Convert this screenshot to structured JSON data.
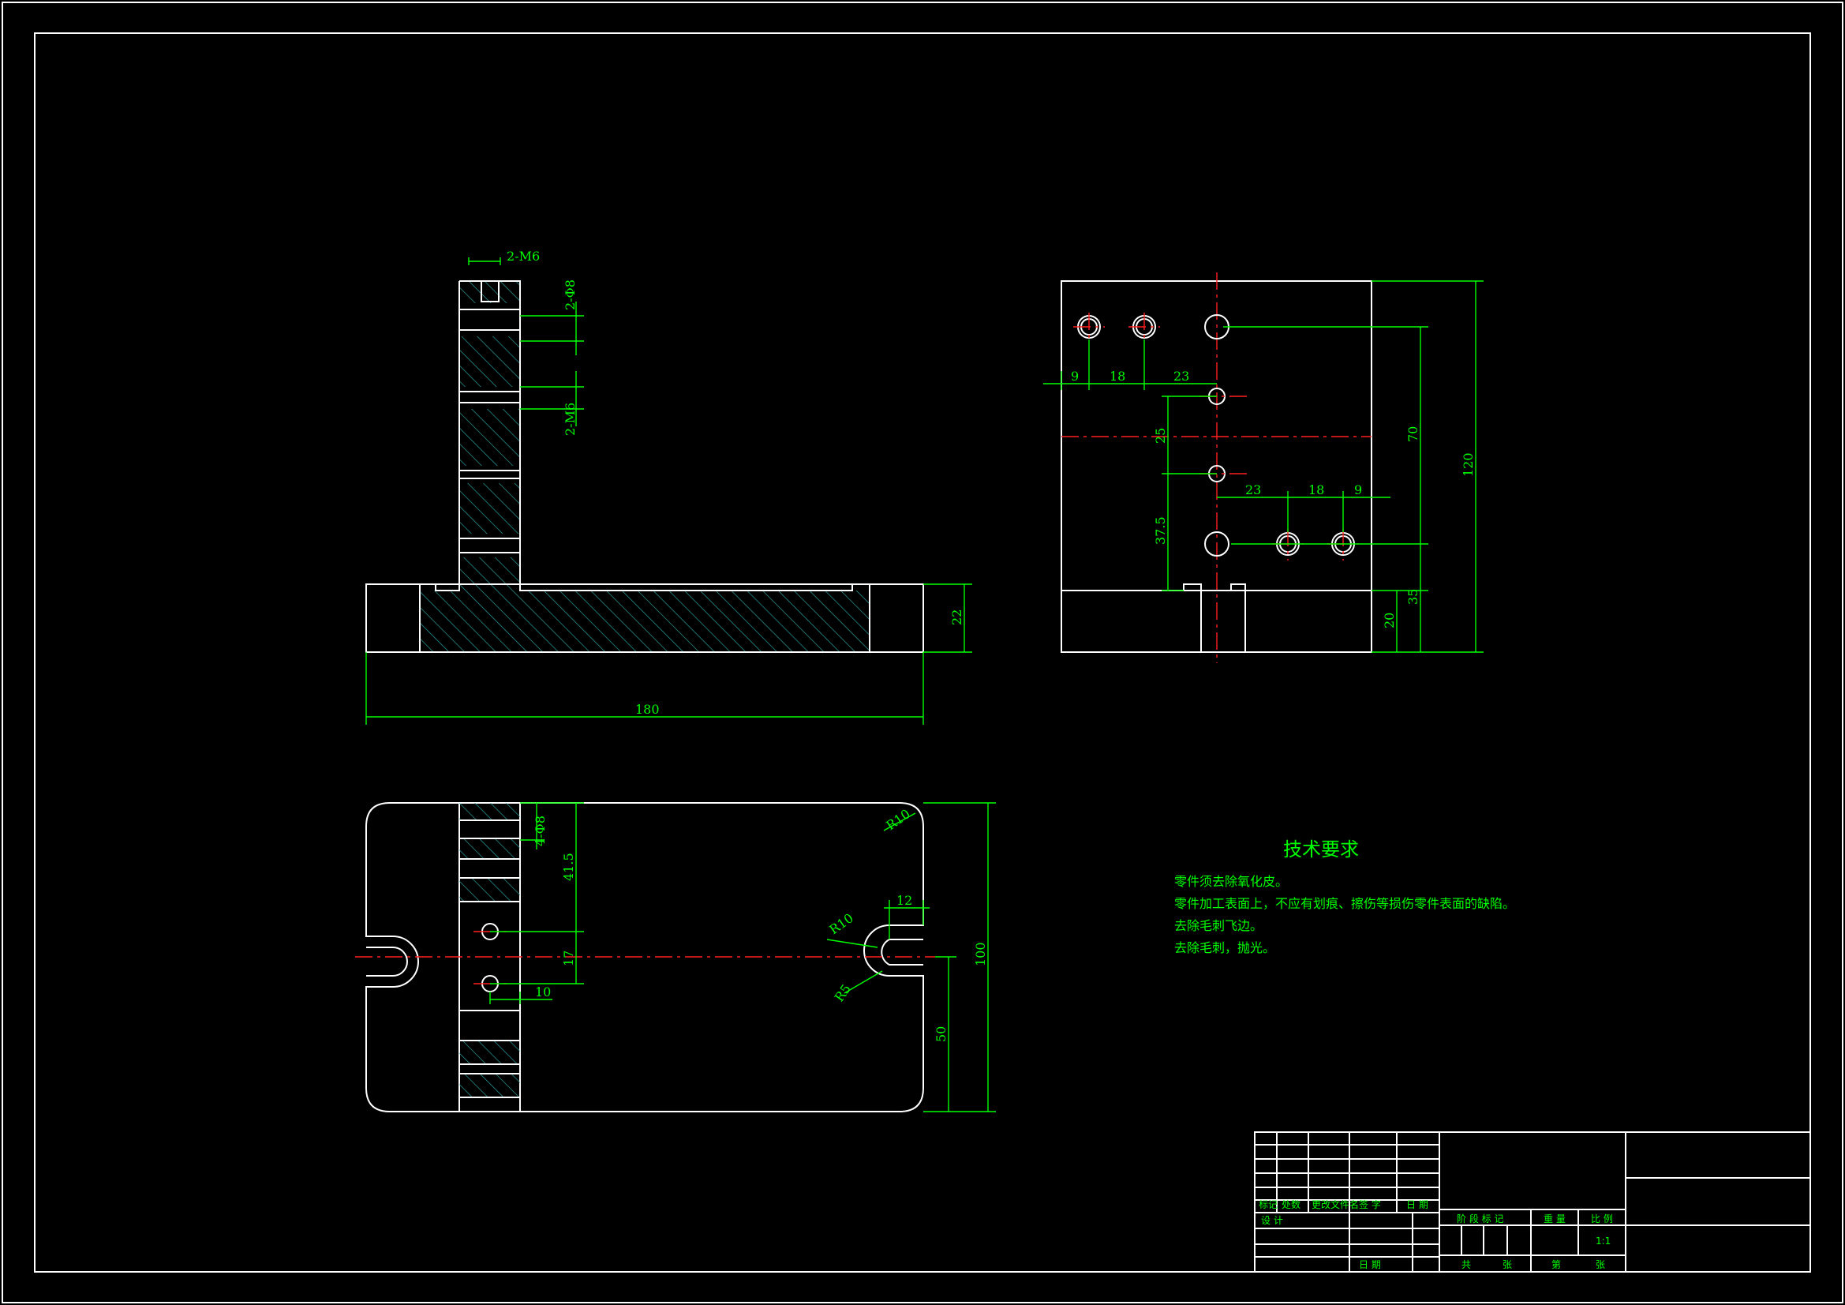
{
  "dimensions": {
    "top": {
      "m6_top": "2-M6",
      "d8": "2-Φ8",
      "m6_side": "2-M6",
      "height": "22",
      "width": "180"
    },
    "side": {
      "d9": "9",
      "d18a": "18",
      "d23a": "23",
      "d25": "25",
      "d37": "37.5",
      "d23b": "23",
      "d18b": "18",
      "d9b": "9",
      "d70": "70",
      "d120": "120",
      "d35": "35",
      "d20": "20"
    },
    "plan": {
      "r10_corner": "R10",
      "d4_8": "4-Φ8",
      "d41": "41.5",
      "d17": "17",
      "d10": "10",
      "r10_slot": "R10",
      "r5": "R5",
      "d12": "12",
      "d100": "100",
      "d50": "50"
    }
  },
  "tech": {
    "title": "技术要求",
    "notes": [
      "零件须去除氧化皮。",
      "零件加工表面上，不应有划痕、擦伤等损伤零件表面的缺陷。",
      "去除毛刺飞边。",
      "去除毛刺，抛光。"
    ]
  },
  "title_block": {
    "rev_headers": [
      "标记",
      "处数",
      "更改文件名",
      "签 字",
      "日 期"
    ],
    "design": "设 计",
    "date": "日 期",
    "stage_label": "阶 段 标 记",
    "weight_label": "重 量",
    "scale_label": "比 例",
    "scale_value": "1:1",
    "total": "共",
    "sheet_unit": "张",
    "sheet_no": "第",
    "sheet_unit2": "张"
  }
}
